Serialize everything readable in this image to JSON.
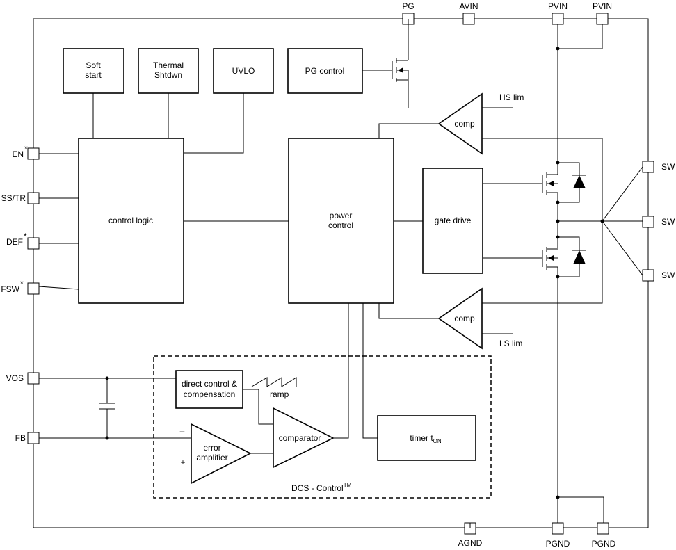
{
  "pins": {
    "pg": "PG",
    "avin": "AVIN",
    "pvin_1": "PVIN",
    "pvin_2": "PVIN",
    "en": "EN",
    "ss_tr": "SS/TR",
    "def": "DEF",
    "fsw": "FSW",
    "vos": "VOS",
    "fb": "FB",
    "sw_1": "SW",
    "sw_2": "SW",
    "sw_3": "SW",
    "agnd": "AGND",
    "pgnd_1": "PGND",
    "pgnd_2": "PGND",
    "asterisk": "*"
  },
  "blocks": {
    "soft_start": [
      "Soft",
      "start"
    ],
    "thermal_shutdown": [
      "Thermal",
      "Shtdwn"
    ],
    "uvlo": "UVLO",
    "pg_control": "PG control",
    "control_logic": "control logic",
    "power_control": [
      "power",
      "control"
    ],
    "gate_drive": "gate drive",
    "direct_control": [
      "direct control &",
      "compensation"
    ],
    "error_amplifier": [
      "error",
      "amplifier"
    ],
    "comparator": "comparator",
    "timer_main": "timer t",
    "timer_sub": "ON"
  },
  "comparators": {
    "hs_comp": "comp",
    "ls_comp": "comp",
    "hs_lim": "HS lim",
    "ls_lim": "LS lim"
  },
  "labels": {
    "ramp": "ramp",
    "minus": "–",
    "plus": "+",
    "dcs_main": "DCS - Control",
    "dcs_sup": "TM"
  }
}
